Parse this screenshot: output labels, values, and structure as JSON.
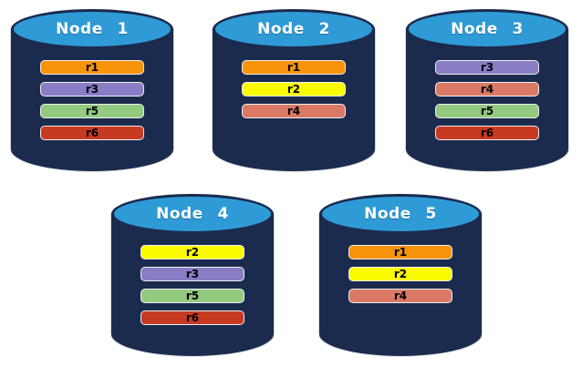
{
  "diagram": {
    "background_color": "#FFFFFF",
    "cylinder": {
      "top_color": "#2E9BD7",
      "body_color": "#1B2B4D"
    },
    "record_text_color": "#000000",
    "record_colors": {
      "r1": "#F7940A",
      "r2": "#FBFB00",
      "r3": "#8A7CC5",
      "r4": "#DA7A66",
      "r5": "#92CA80",
      "r6": "#C73A22"
    },
    "nodes": [
      {
        "label": "Node 1",
        "records": [
          "r1",
          "r3",
          "r5",
          "r6"
        ]
      },
      {
        "label": "Node 2",
        "records": [
          "r1",
          "r2",
          "r4"
        ]
      },
      {
        "label": "Node 3",
        "records": [
          "r3",
          "r4",
          "r5",
          "r6"
        ]
      },
      {
        "label": "Node 4",
        "records": [
          "r2",
          "r3",
          "r5",
          "r6"
        ]
      },
      {
        "label": "Node 5",
        "records": [
          "r1",
          "r2",
          "r4"
        ]
      }
    ]
  }
}
